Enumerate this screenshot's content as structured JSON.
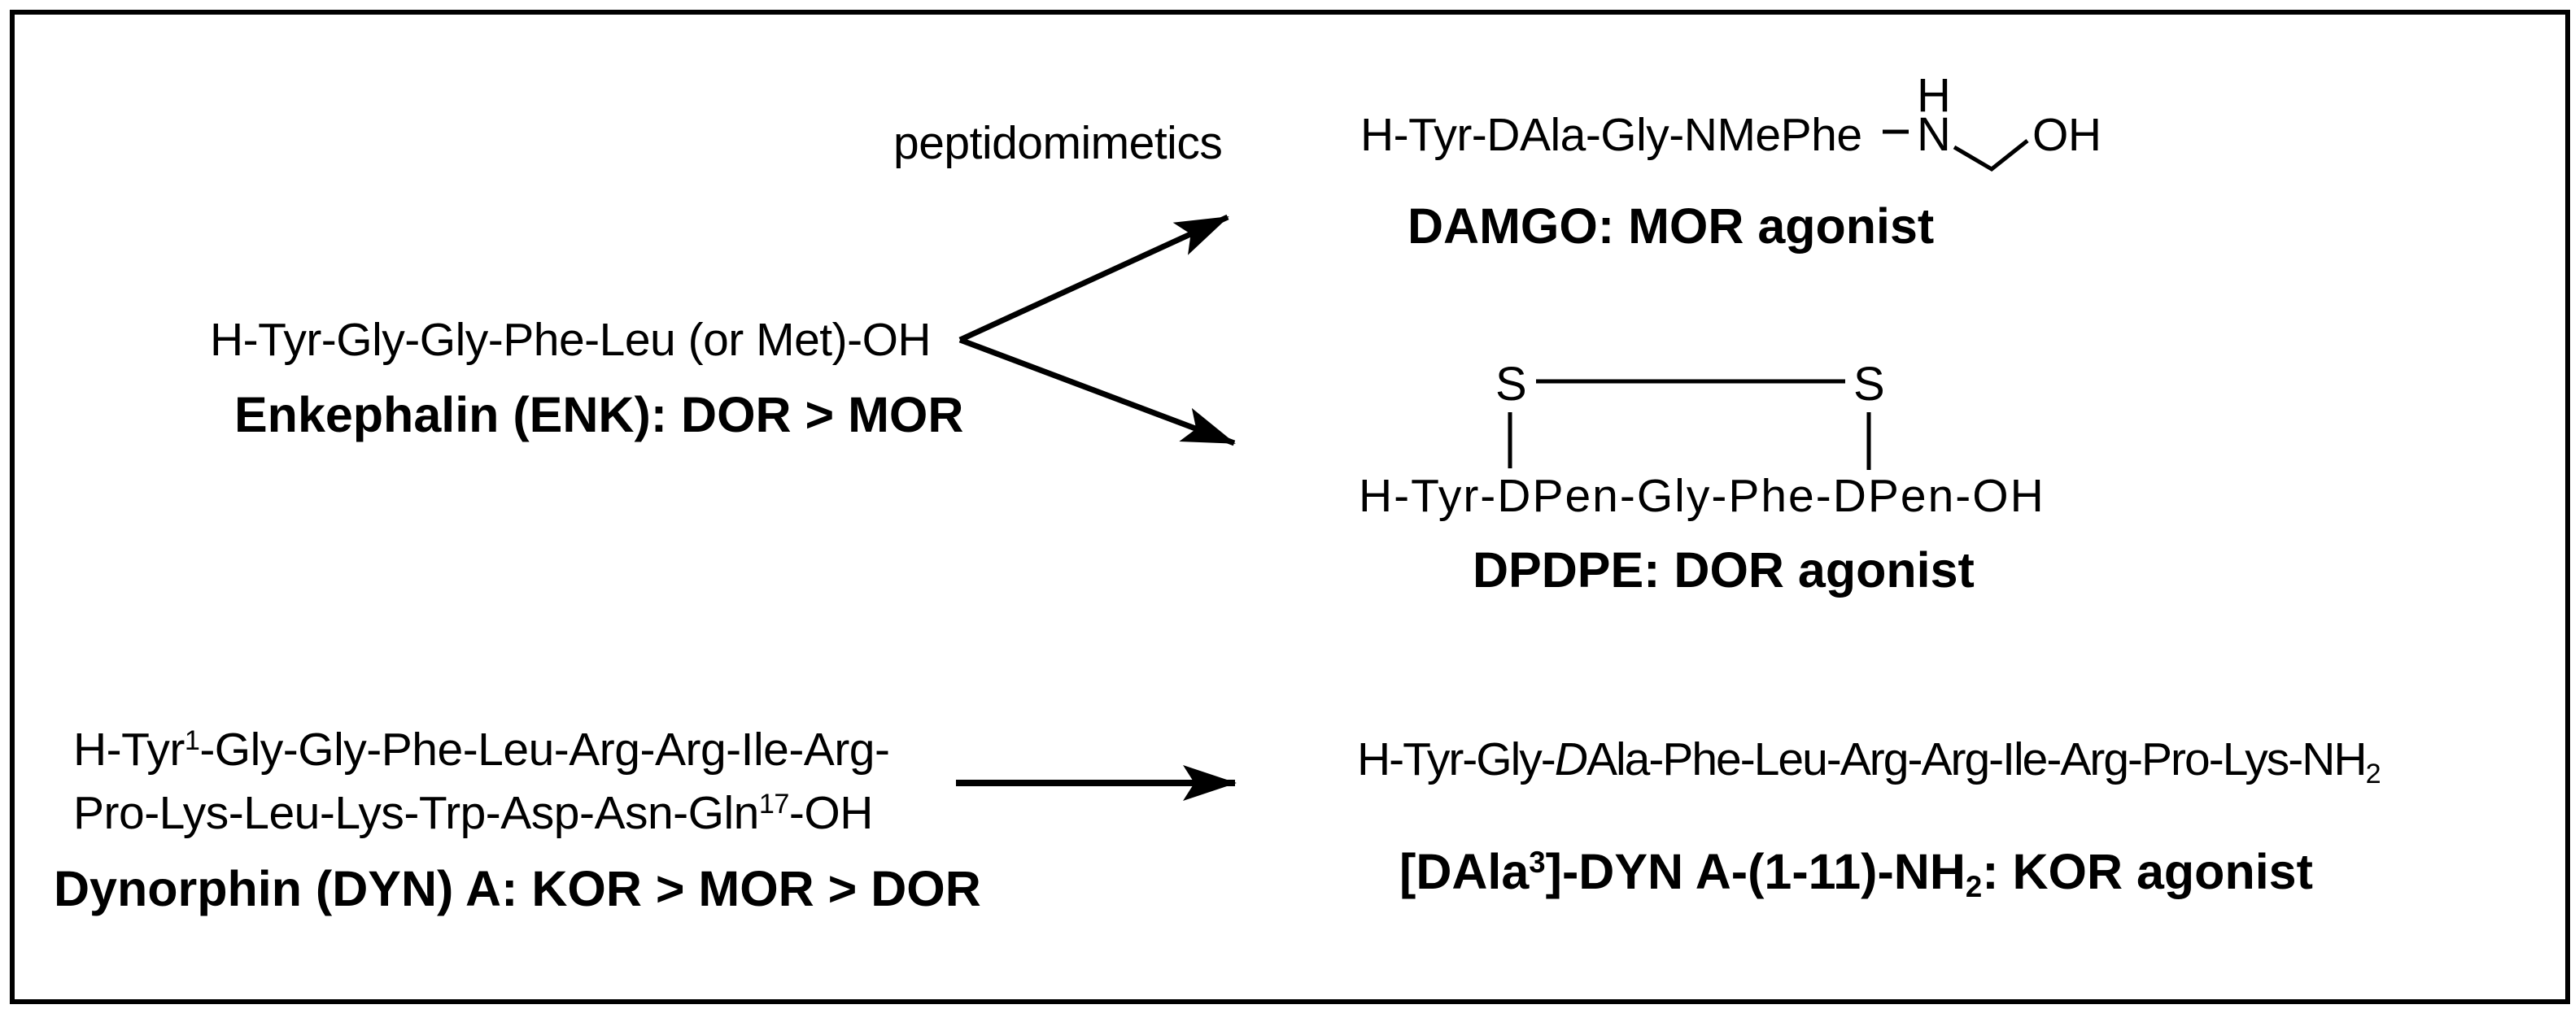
{
  "figure": {
    "background": "#ffffff",
    "line_color": "#000000",
    "text_color": "#000000"
  },
  "process": {
    "arrow_label": "peptidomimetics"
  },
  "enkephalin": {
    "sequence": "H-Tyr-Gly-Gly-Phe-Leu (or Met)-OH",
    "label": "Enkephalin (ENK): DOR > MOR"
  },
  "damgo": {
    "sequence": "H-Tyr-DAla-Gly-NMePhe",
    "n_atom": "N",
    "h_atom": "H",
    "oh_group": "OH",
    "label": "DAMGO: MOR agonist"
  },
  "dpdpe": {
    "s_atom_left": "S",
    "s_atom_right": "S",
    "sequence": "H-Tyr-DPen-Gly-Phe-DPen-OH",
    "label": "DPDPE: DOR agonist"
  },
  "dynorphin": {
    "line1": [
      {
        "t": "H-Tyr"
      },
      {
        "t": "1",
        "s": "sup"
      },
      {
        "t": "-Gly-Gly-Phe-Leu-Arg-Arg-Ile-Arg-"
      }
    ],
    "line2": [
      {
        "t": "Pro-Lys-Leu-Lys-Trp-Asp-Asn-Gln"
      },
      {
        "t": "17",
        "s": "sup"
      },
      {
        "t": "-OH"
      }
    ],
    "label": "Dynorphin (DYN) A: KOR > MOR > DOR"
  },
  "product": {
    "sequence": [
      {
        "t": "H-Tyr-Gly-"
      },
      {
        "t": "D",
        "s": "it"
      },
      {
        "t": "Ala-Phe-Leu-Arg-Arg-Ile-Arg-Pro-Lys-NH"
      },
      {
        "t": "2",
        "s": "sub"
      }
    ],
    "label": [
      {
        "t": "[DAla"
      },
      {
        "t": "3",
        "s": "sup"
      },
      {
        "t": "]-DYN A-(1-11)-NH"
      },
      {
        "t": "2",
        "s": "sub"
      },
      {
        "t": ": KOR agonist"
      }
    ]
  }
}
